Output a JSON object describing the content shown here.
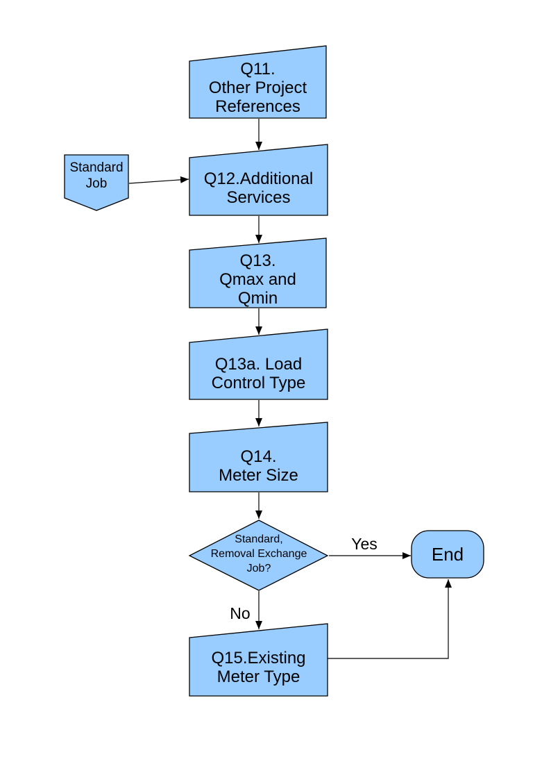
{
  "diagram": {
    "type": "flowchart",
    "colors": {
      "node_fill": "#99CCFF",
      "node_stroke": "#000000",
      "connector": "#000000",
      "text": "#000000",
      "background": "#FFFFFF"
    },
    "nodes": [
      {
        "id": "q11",
        "type": "process",
        "label": "Q11.\nOther Project\nReferences"
      },
      {
        "id": "standard-job",
        "type": "off-page-reference",
        "label": "Standard\nJob"
      },
      {
        "id": "q12",
        "type": "process",
        "label": "Q12.Additional\nServices"
      },
      {
        "id": "q13",
        "type": "process",
        "label": "Q13.\nQmax and\nQmin"
      },
      {
        "id": "q13a",
        "type": "process",
        "label": "Q13a. Load\nControl Type"
      },
      {
        "id": "q14",
        "type": "process",
        "label": "Q14.\nMeter Size"
      },
      {
        "id": "decision",
        "type": "decision",
        "label": "Standard,\nRemoval Exchange\nJob?"
      },
      {
        "id": "end",
        "type": "terminator",
        "label": "End"
      },
      {
        "id": "q15",
        "type": "process",
        "label": "Q15.Existing\nMeter Type"
      }
    ],
    "edges": [
      {
        "from": "q11",
        "to": "q12",
        "label": ""
      },
      {
        "from": "standard-job",
        "to": "q12",
        "label": ""
      },
      {
        "from": "q12",
        "to": "q13",
        "label": ""
      },
      {
        "from": "q13",
        "to": "q13a",
        "label": ""
      },
      {
        "from": "q13a",
        "to": "q14",
        "label": ""
      },
      {
        "from": "q14",
        "to": "decision",
        "label": ""
      },
      {
        "from": "decision",
        "to": "end",
        "label": "Yes"
      },
      {
        "from": "decision",
        "to": "q15",
        "label": "No"
      },
      {
        "from": "q15",
        "to": "end",
        "label": ""
      }
    ]
  }
}
